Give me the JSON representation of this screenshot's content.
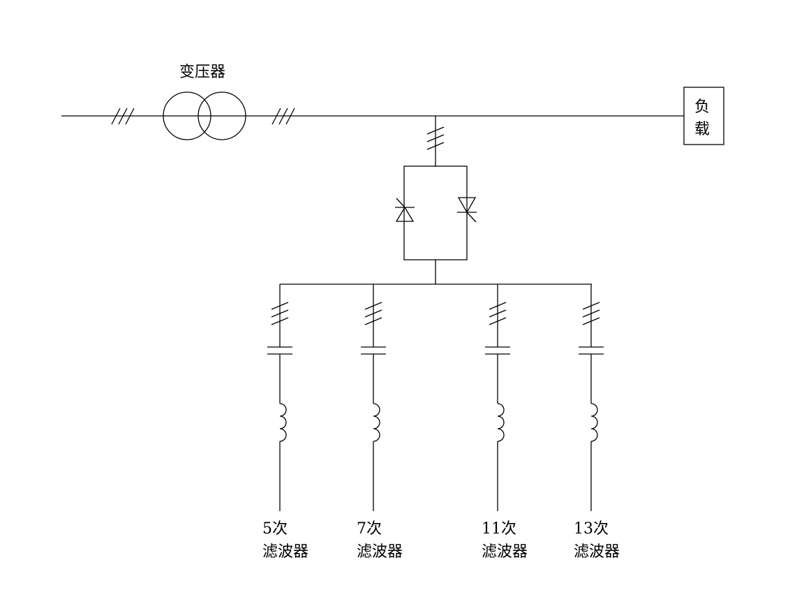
{
  "transformer": {
    "label": "变压器"
  },
  "load": {
    "line1": "负",
    "line2": "载"
  },
  "filters": [
    {
      "order": "5次",
      "name": "滤波器"
    },
    {
      "order": "7次",
      "name": "滤波器"
    },
    {
      "order": "11次",
      "name": "滤波器"
    },
    {
      "order": "13次",
      "name": "滤波器"
    }
  ],
  "colors": {
    "stroke": "#000000",
    "background": "#ffffff"
  }
}
